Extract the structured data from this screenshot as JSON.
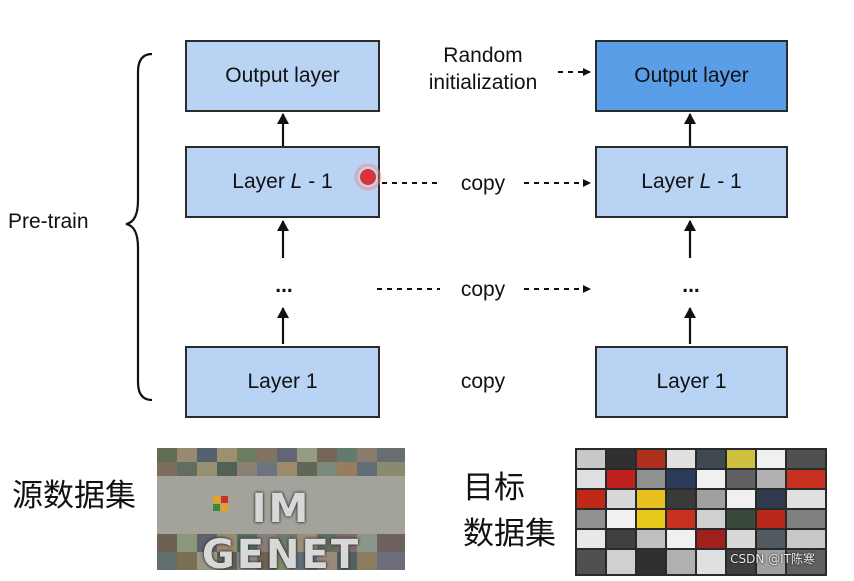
{
  "diagram": {
    "pretrain_label": "Pre-train",
    "left_column": {
      "output": "Output layer",
      "layer_l_minus_1_prefix": "Layer ",
      "layer_l_minus_1_var": "L",
      "layer_l_minus_1_suffix": " - 1",
      "ellipsis": "...",
      "layer_1": "Layer 1"
    },
    "right_column": {
      "output": "Output layer",
      "layer_l_minus_1_prefix": "Layer ",
      "layer_l_minus_1_var": "L",
      "layer_l_minus_1_suffix": " - 1",
      "ellipsis": "...",
      "layer_1": "Layer 1"
    },
    "random_init_line1": "Random",
    "random_init_line2": "initialization",
    "copy_top": "copy",
    "copy_mid": "copy",
    "copy_bottom": "copy",
    "source_dataset_label": "源数据集",
    "target_label_line1": "目标",
    "target_label_line2": "数据集",
    "imagenet_logo_text": "IM GENET",
    "watermark": "CSDN @IT陈寒"
  },
  "colors": {
    "box_light": "#b9d3f5",
    "box_dark": "#5a9ee8",
    "pointer_red": "#e02020"
  }
}
